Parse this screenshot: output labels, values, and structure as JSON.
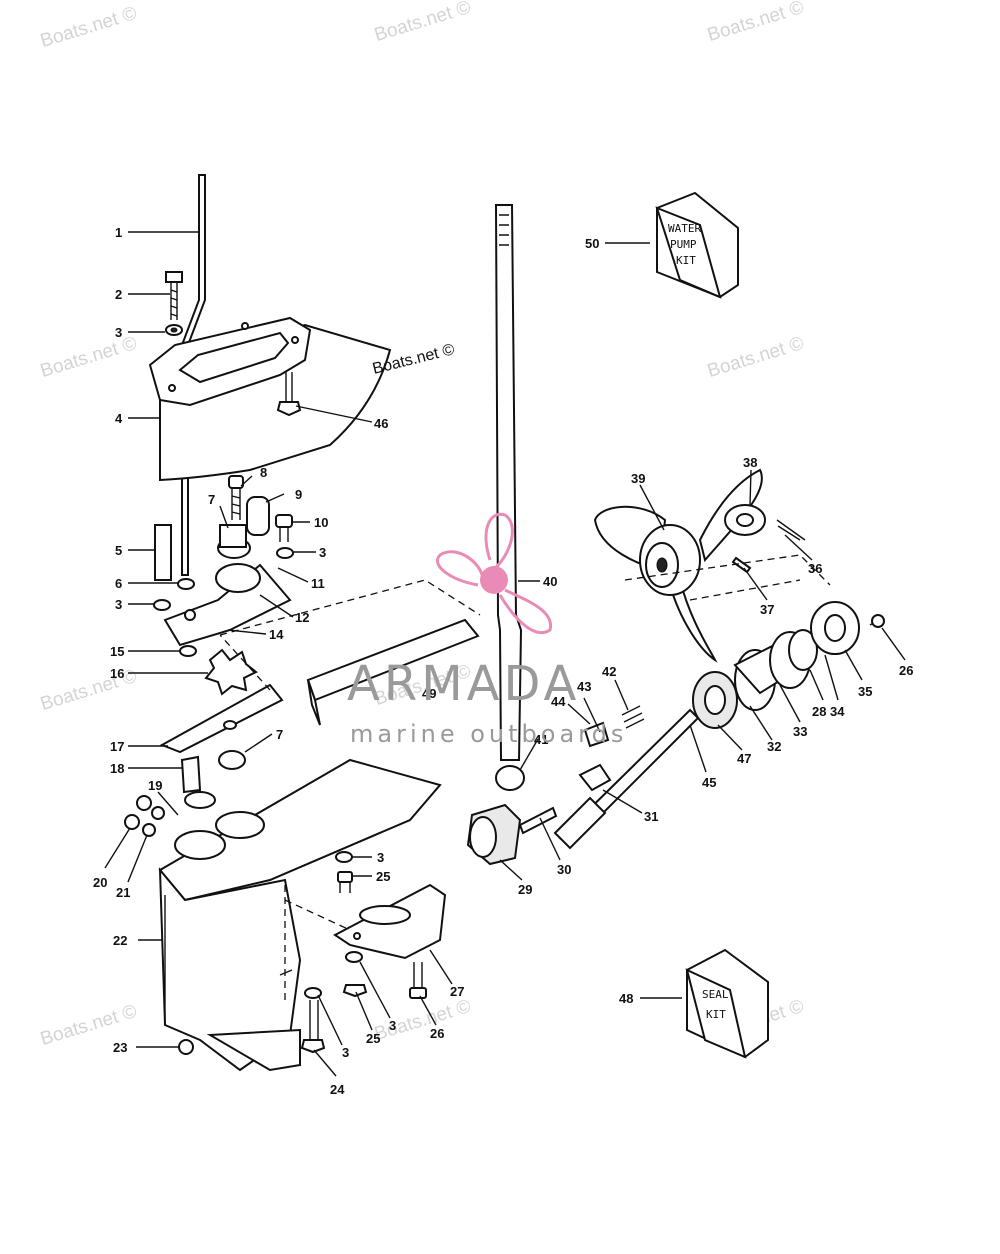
{
  "watermarks": {
    "site": "Boats.net ©",
    "diagram_credit": "Boats.net ©"
  },
  "logo": {
    "title": "ARMADA",
    "subtitle": "marine outboards",
    "icon": "propeller-icon",
    "accent_color": "#e98bb6"
  },
  "kits": {
    "water_pump_lines": [
      "WATER",
      "PUMP",
      "KIT"
    ],
    "seal_lines": [
      "SEAL",
      "KIT"
    ]
  },
  "callouts": {
    "c1": "1",
    "c2": "2",
    "c3a": "3",
    "c4": "4",
    "c46": "46",
    "c8": "8",
    "c7a": "7",
    "c9": "9",
    "c10": "10",
    "c3b": "3",
    "c5": "5",
    "c11": "11",
    "c6": "6",
    "c3c": "3",
    "c12": "12",
    "c14": "14",
    "c15": "15",
    "c16": "16",
    "c17": "17",
    "c7b": "7",
    "c18": "18",
    "c19": "19",
    "c20": "20",
    "c21": "21",
    "c22": "22",
    "c23": "23",
    "c3d": "3",
    "c25a": "25",
    "c24": "24",
    "c3e": "3",
    "c25b": "25",
    "c3f": "3",
    "c26a": "26",
    "c27": "27",
    "c40": "40",
    "c49": "49",
    "c41": "41",
    "c29": "29",
    "c30": "30",
    "c31": "31",
    "c44": "44",
    "c43": "43",
    "c42": "42",
    "c45": "45",
    "c47": "47",
    "c32": "32",
    "c33": "33",
    "c28": "28",
    "c34": "34",
    "c35": "35",
    "c26b": "26",
    "c37": "37",
    "c36": "36",
    "c39": "39",
    "c38": "38",
    "c50": "50",
    "c48": "48"
  }
}
